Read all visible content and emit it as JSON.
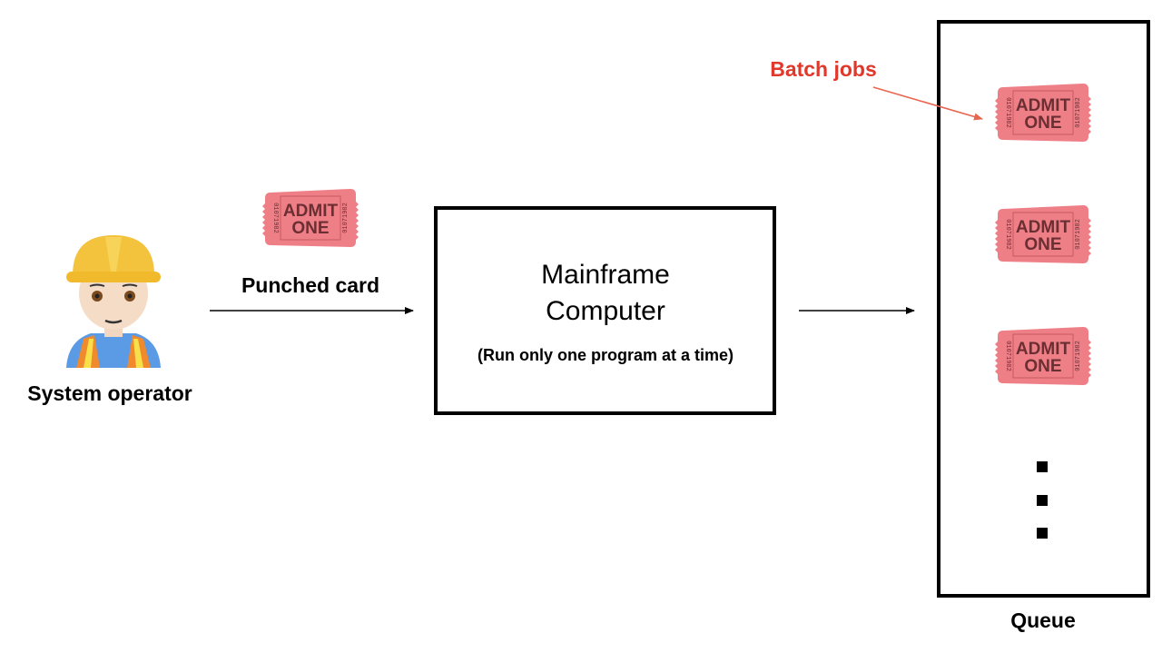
{
  "operator": {
    "label": "System operator",
    "icon": "construction-worker-emoji"
  },
  "punched_card": {
    "label": "Punched card",
    "icon": "admit-one-ticket-emoji"
  },
  "mainframe": {
    "title_line1": "Mainframe",
    "title_line2": "Computer",
    "subtitle": "(Run only one program at a time)"
  },
  "queue": {
    "label": "Queue",
    "continuation": "vertical-ellipsis"
  },
  "batch_jobs": {
    "label": "Batch jobs",
    "color": "#e0392b"
  },
  "ticket": {
    "line1": "ADMIT",
    "line2": "ONE",
    "serial": "01071982",
    "color": "#ef7f86"
  }
}
